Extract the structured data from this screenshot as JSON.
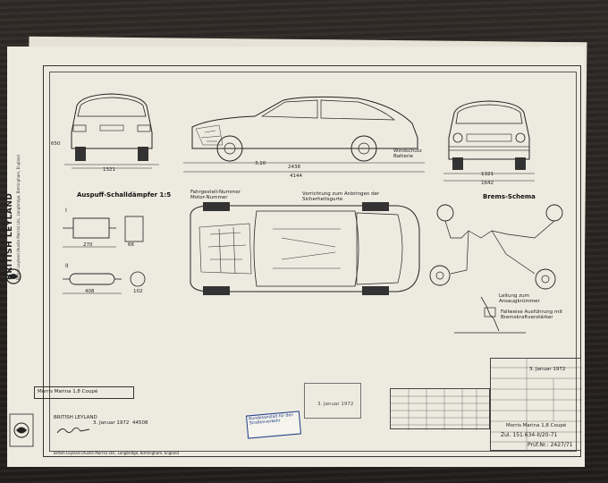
{
  "brand": {
    "name": "BRITISH LEYLAND",
    "logo_text": "BRITISH LEYLAND"
  },
  "views": {
    "rear_dims": [
      "1321",
      "650"
    ],
    "side_dims": [
      "2438",
      "4144",
      "3,10"
    ],
    "front_dims": [
      "1321",
      "1642"
    ],
    "side_labels": [
      "Windschutz",
      "Batterie"
    ]
  },
  "sections": {
    "exhaust_title": "Auspuff-Schalldämpfer 1:5",
    "exhaust_marks": [
      "I",
      "II"
    ],
    "exhaust_dims": [
      "270",
      "408",
      "66",
      "102"
    ],
    "brake_title": "Brems-Schema",
    "brake_notes": [
      "Leitung zum Ansaugkrümmer",
      "Fallweise Ausführung mit Bremskraftverstärker"
    ],
    "plan_labels": [
      "Fahrgestell-Nummer",
      "Motor-Nummer",
      "Vorrichtung zum Anbringen der Sicherheitsgurte"
    ]
  },
  "title_block": {
    "model": "Morris Marina 1,8 Coupé",
    "zul": "Zul. 151.634-II/20-71",
    "pruef": "Prüf.Nr.: 2427/71",
    "date": "3. Januar 1972",
    "number": "44508",
    "company": "BRITISH LEYLAND",
    "address": "British Leyland (Austin Morris) Ltd., Longbridge, Birmingham, England",
    "stamp_text": "Bundesanstalt für den Straßenverkehr"
  }
}
